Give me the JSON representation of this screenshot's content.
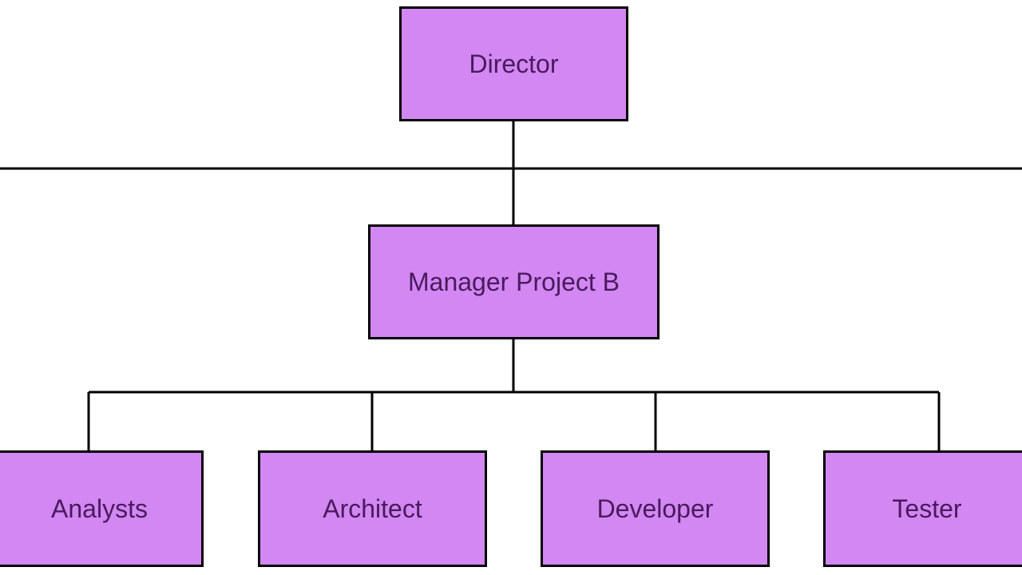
{
  "diagram": {
    "colors": {
      "node_fill": "#d287f2",
      "node_border": "#000000",
      "text": "#4a1a5e",
      "connector": "#000000"
    },
    "nodes": {
      "director": {
        "label": "Director"
      },
      "manager": {
        "label": "Manager Project B"
      },
      "analysts": {
        "label": "Analysts"
      },
      "architect": {
        "label": "Architect"
      },
      "developer": {
        "label": "Developer"
      },
      "tester": {
        "label": "Tester"
      }
    },
    "edges": [
      {
        "from": "director",
        "to": "manager"
      },
      {
        "from": "manager",
        "to": "analysts"
      },
      {
        "from": "manager",
        "to": "architect"
      },
      {
        "from": "manager",
        "to": "developer"
      },
      {
        "from": "manager",
        "to": "tester"
      }
    ]
  }
}
